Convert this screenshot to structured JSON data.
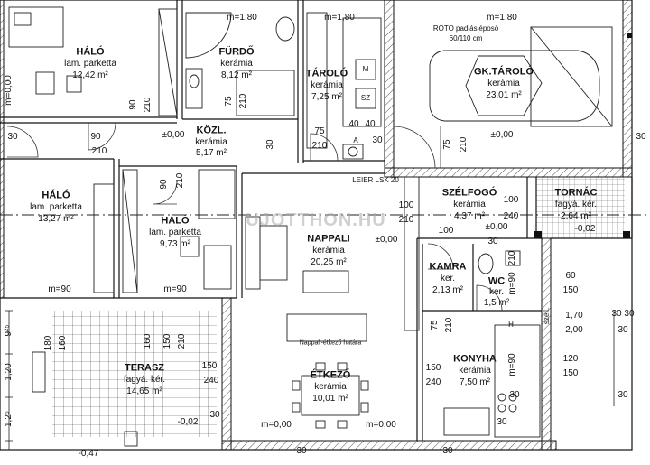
{
  "rooms": [
    {
      "name": "HÁLÓ",
      "material": "lam. parketta",
      "area": "12,42 m²"
    },
    {
      "name": "FÜRDŐ",
      "material": "kerámia",
      "area": "8,12 m²"
    },
    {
      "name": "TÁROLÓ",
      "material": "kerámia",
      "area": "7,25 m²"
    },
    {
      "name": "GK.TÁROLÓ",
      "material": "kerámia",
      "area": "23,01 m²"
    },
    {
      "name": "KÖZL.",
      "material": "kerámia",
      "area": "5,17 m²"
    },
    {
      "name": "HÁLÓ",
      "material": "lam. parketta",
      "area": "13,27 m²"
    },
    {
      "name": "HÁLÓ",
      "material": "lam. parketta",
      "area": "9,73 m²"
    },
    {
      "name": "NAPPALI",
      "material": "kerámia",
      "area": "20,25 m²"
    },
    {
      "name": "SZÉLFOGÓ",
      "material": "kerámia",
      "area": "4,37 m²"
    },
    {
      "name": "TORNÁC",
      "material": "fagyá. kér.",
      "area": "2,64 m²"
    },
    {
      "name": "KAMRA",
      "material": "ker.",
      "area": "2,13 m²"
    },
    {
      "name": "WC",
      "material": "ker.",
      "area": "1,5 m²"
    },
    {
      "name": "TERASZ",
      "material": "fagyá. kér.",
      "area": "14,65 m²"
    },
    {
      "name": "ÉTKEZŐ",
      "material": "kerámia",
      "area": "10,01 m²"
    },
    {
      "name": "KONYHA",
      "material": "kerámia",
      "area": "7,50 m²"
    }
  ],
  "levels": {
    "pm0": "±0,00",
    "m002": "-0,02",
    "m047": "-0,47"
  },
  "heights": {
    "m180": "m=1,80",
    "m000": "m=0,00",
    "m90": "m=90"
  },
  "notes": {
    "roto": "ROTO padlásléposö",
    "roto_size": "60/110 cm",
    "leier": "LEIER LSK 20",
    "boundary": "Nappali-étkező határa",
    "szell": "szell."
  },
  "watermark": "UJOTTHON.HU",
  "dims": {
    "d30": "30",
    "d90": "90",
    "d210": "210",
    "d75": "75",
    "d40": "40",
    "d100": "100",
    "d240": "240",
    "d150": "150",
    "d160": "160",
    "d180": "180",
    "d60": "60",
    "d120": "120",
    "d200": "2,00",
    "d170": "1,70",
    "d3030": "30 30",
    "d925": "9²⁵",
    "d125": "1,2⁵",
    "d120c": "1,20"
  },
  "fixture_labels": {
    "m": "M",
    "sz": "SZ",
    "a": "A",
    "h": "H"
  }
}
